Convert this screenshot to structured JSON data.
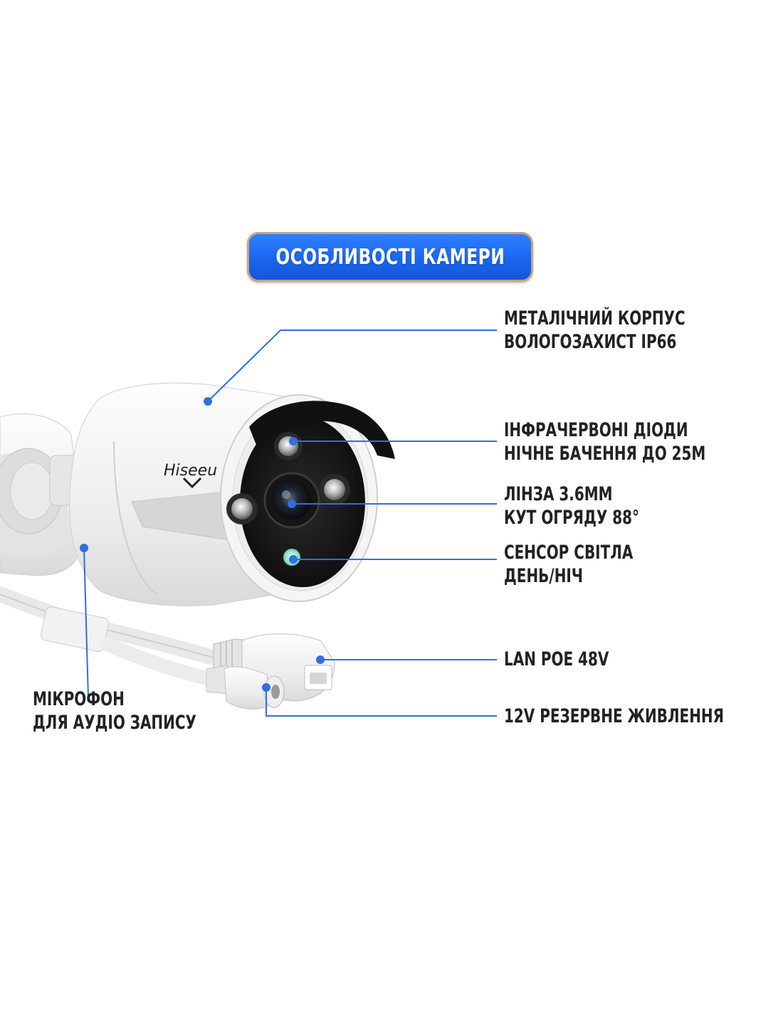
{
  "title": "ОСОБЛИВОСТІ КАМЕРИ",
  "brand": "Hiseeu",
  "features": {
    "housing": [
      "МЕТАЛІЧНИЙ КОРПУС",
      "ВОЛОГОЗАХИСТ IP66"
    ],
    "ir": [
      "ІНФРАЧЕРВОНІ ДІОДИ",
      "НІЧНЕ БАЧЕННЯ ДО 25М"
    ],
    "lens": [
      "ЛІНЗА 3.6ММ",
      "КУТ ОГРЯДУ 88°"
    ],
    "sensor": [
      "СЕНСОР СВІТЛА",
      "ДЕНЬ/НІЧ"
    ],
    "lan": [
      "LAN POE 48V"
    ],
    "power": [
      "12V РЕЗЕРВНЕ ЖИВЛЕННЯ"
    ],
    "mic": [
      "МІКРОФОН",
      "ДЛЯ АУДІО ЗАПИСУ"
    ]
  },
  "colors": {
    "accent": "#1a66f0",
    "leader_line": "#2f6fe0",
    "text": "#222222",
    "lens_ring": "#111111"
  }
}
